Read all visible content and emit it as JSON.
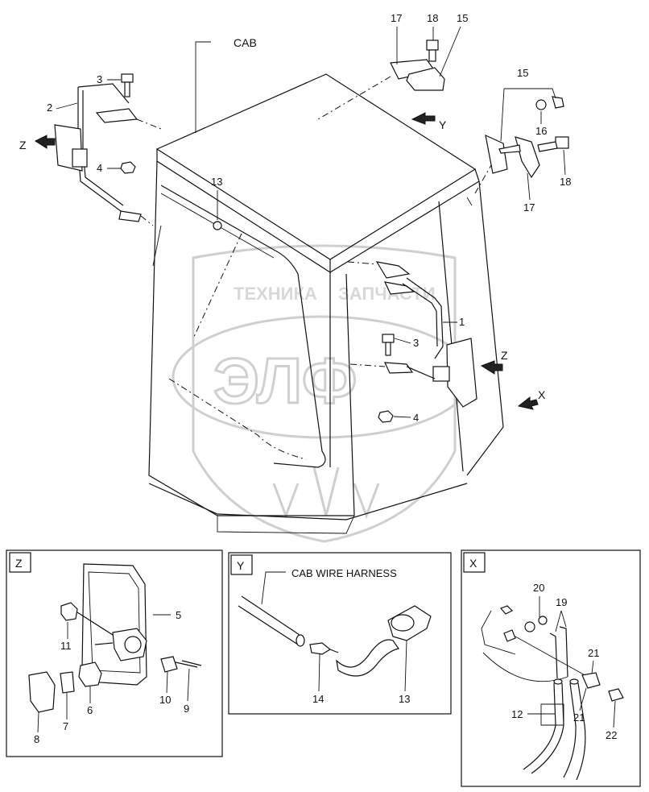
{
  "main": {
    "cab_label": "CAB",
    "view_labels": {
      "z_left": "Z",
      "z_right": "Z",
      "y": "Y",
      "x": "X"
    },
    "callouts": {
      "c1": "1",
      "c2": "2",
      "c3_left": "3",
      "c3_right": "3",
      "c4_left": "4",
      "c4_right": "4",
      "c13": "13",
      "c15_top": "15",
      "c15_right": "15",
      "c16": "16",
      "c17_top": "17",
      "c17_right": "17",
      "c18_top": "18",
      "c18_right": "18"
    }
  },
  "watermark": {
    "text_left": "ТЕХНИКА",
    "text_right": "ЗАПЧАСТИ",
    "logo": "ЭЛФ"
  },
  "detail_z": {
    "title": "Z",
    "callouts": {
      "c5": "5",
      "c6": "6",
      "c7": "7",
      "c8": "8",
      "c9": "9",
      "c10": "10",
      "c11": "11"
    }
  },
  "detail_y": {
    "title": "Y",
    "harness_label": "CAB WIRE HARNESS",
    "callouts": {
      "c13": "13",
      "c14": "14"
    }
  },
  "detail_x": {
    "title": "X",
    "callouts": {
      "c12": "12",
      "c19": "19",
      "c20": "20",
      "c21_top": "21",
      "c21_bottom": "21",
      "c22": "22"
    }
  }
}
